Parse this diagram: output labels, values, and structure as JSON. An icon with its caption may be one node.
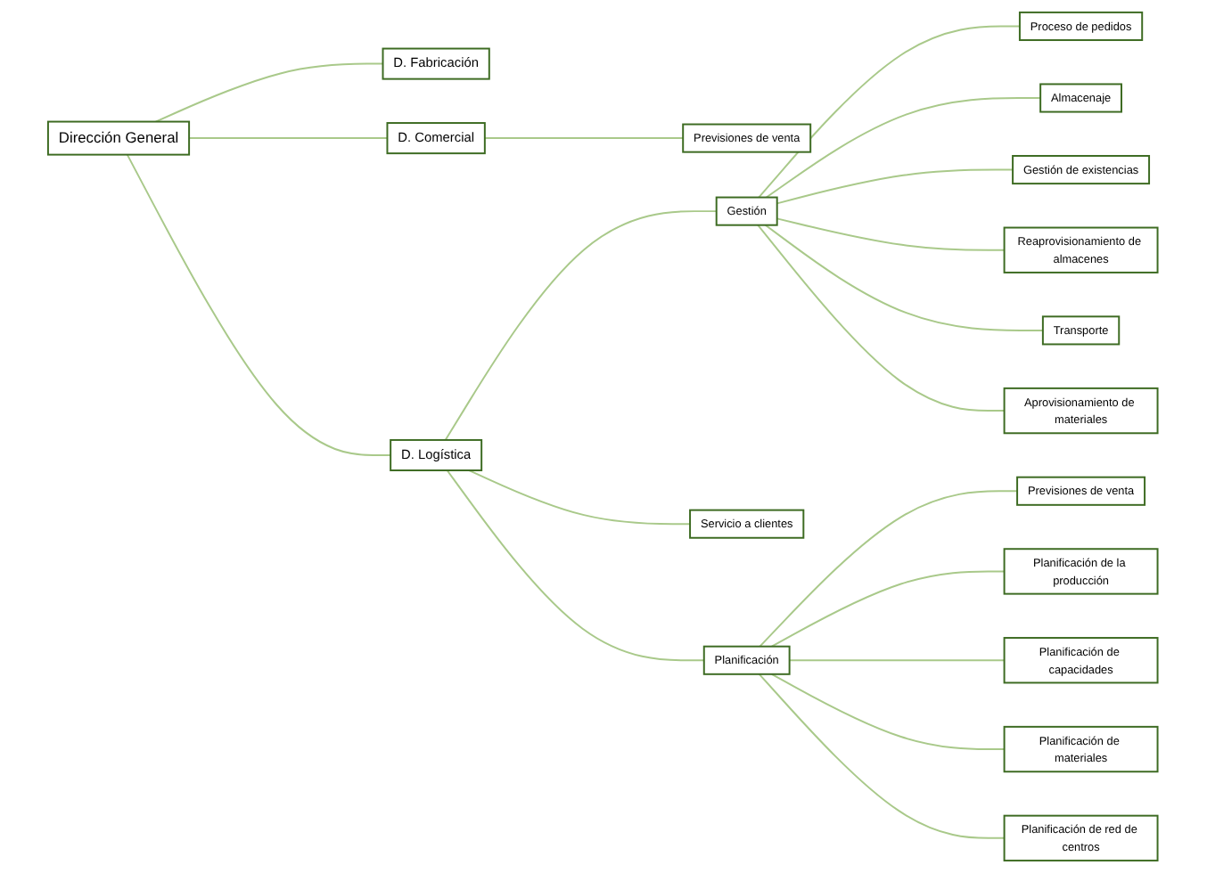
{
  "diagram": {
    "nodes": [
      {
        "text": [
          "Dirección General"
        ]
      },
      {
        "text": [
          "D. Comercial"
        ]
      },
      {
        "text": [
          "D. Logística"
        ]
      },
      {
        "text": [
          "D. Fabricación"
        ]
      },
      {
        "text": [
          "Previsiones de venta"
        ]
      },
      {
        "text": [
          "Gestión"
        ]
      },
      {
        "text": [
          "Servicio a clientes"
        ]
      },
      {
        "text": [
          "Planificación"
        ]
      },
      {
        "text": [
          "Proceso de pedidos"
        ]
      },
      {
        "text": [
          "Almacenaje"
        ]
      },
      {
        "text": [
          "Gestión de existencias"
        ]
      },
      {
        "text": [
          "Reaprovisionamiento de almacenes"
        ]
      },
      {
        "text": [
          "Transporte"
        ]
      },
      {
        "text": [
          "Aprovisionamiento de materiales"
        ]
      },
      {
        "text": [
          "Previsiones de venta"
        ]
      },
      {
        "text": [
          "Planificación de la producción"
        ]
      },
      {
        "text": [
          "Planificación de capacidades"
        ]
      },
      {
        "text": [
          "Planificación de materiales"
        ]
      },
      {
        "text": [
          "Planificación de red de centros"
        ]
      }
    ],
    "edges": [
      {
        "from": 0,
        "to": 1,
        "arrow": "none"
      },
      {
        "from": 0,
        "to": 2,
        "arrow": "none"
      },
      {
        "from": 0,
        "to": 3,
        "arrow": "none"
      },
      {
        "from": 1,
        "to": 4,
        "arrow": "none"
      },
      {
        "from": 2,
        "to": 5,
        "arrow": "none"
      },
      {
        "from": 2,
        "to": 6,
        "arrow": "none"
      },
      {
        "from": 2,
        "to": 7,
        "arrow": "none"
      },
      {
        "from": 5,
        "to": 8,
        "arrow": "none"
      },
      {
        "from": 5,
        "to": 9,
        "arrow": "none"
      },
      {
        "from": 5,
        "to": 10,
        "arrow": "none"
      },
      {
        "from": 5,
        "to": 11,
        "arrow": "none"
      },
      {
        "from": 5,
        "to": 12,
        "arrow": "none"
      },
      {
        "from": 5,
        "to": 13,
        "arrow": "none"
      },
      {
        "from": 7,
        "to": 14,
        "arrow": "none"
      },
      {
        "from": 7,
        "to": 15,
        "arrow": "none"
      },
      {
        "from": 7,
        "to": 16,
        "arrow": "none"
      },
      {
        "from": 7,
        "to": 17,
        "arrow": "none"
      },
      {
        "from": 7,
        "to": 18,
        "arrow": "none"
      }
    ]
  }
}
